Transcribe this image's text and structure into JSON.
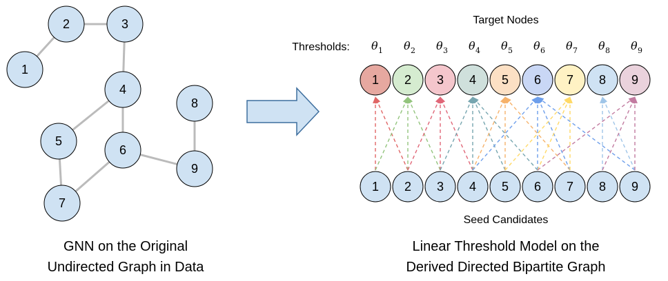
{
  "left_graph": {
    "caption_line1": "GNN on the Original",
    "caption_line2": "Undirected Graph in Data",
    "nodes": [
      "1",
      "2",
      "3",
      "4",
      "5",
      "6",
      "7",
      "8",
      "9"
    ],
    "edges": [
      [
        "1",
        "2"
      ],
      [
        "2",
        "3"
      ],
      [
        "3",
        "4"
      ],
      [
        "4",
        "5"
      ],
      [
        "4",
        "6"
      ],
      [
        "5",
        "7"
      ],
      [
        "6",
        "7"
      ],
      [
        "6",
        "9"
      ],
      [
        "8",
        "9"
      ]
    ]
  },
  "right_graph": {
    "title_top": "Target Nodes",
    "title_bottom": "Seed Candidates",
    "thresholds_label": "Thresholds:",
    "theta_symbol": "θ",
    "theta_subscripts": [
      "1",
      "2",
      "3",
      "4",
      "5",
      "6",
      "7",
      "8",
      "9"
    ],
    "caption_line1": "Linear Threshold Model on the",
    "caption_line2": "Derived Directed Bipartite Graph",
    "target_nodes": [
      "1",
      "2",
      "3",
      "4",
      "5",
      "6",
      "7",
      "8",
      "9"
    ],
    "seed_nodes": [
      "1",
      "2",
      "3",
      "4",
      "5",
      "6",
      "7",
      "8",
      "9"
    ],
    "colors": {
      "default_fill": "#cfe2f3",
      "stroke": "#000000",
      "target_fills": [
        "#e6a8a0",
        "#d5ecd0",
        "#f4c6cc",
        "#cfe0dc",
        "#fce0c4",
        "#c9d7f5",
        "#fff2c4",
        "#cfe2f3",
        "#ead2dc"
      ],
      "edge_colors": [
        "#e06666",
        "#93c47d",
        "#e06677",
        "#76a5af",
        "#f6b26b",
        "#6d9eeb",
        "#ffd966",
        "#9fc5e8",
        "#c27ba0"
      ],
      "graph_edge": "#bbbbbb",
      "arrow_fill": "#cfe2f3"
    }
  }
}
